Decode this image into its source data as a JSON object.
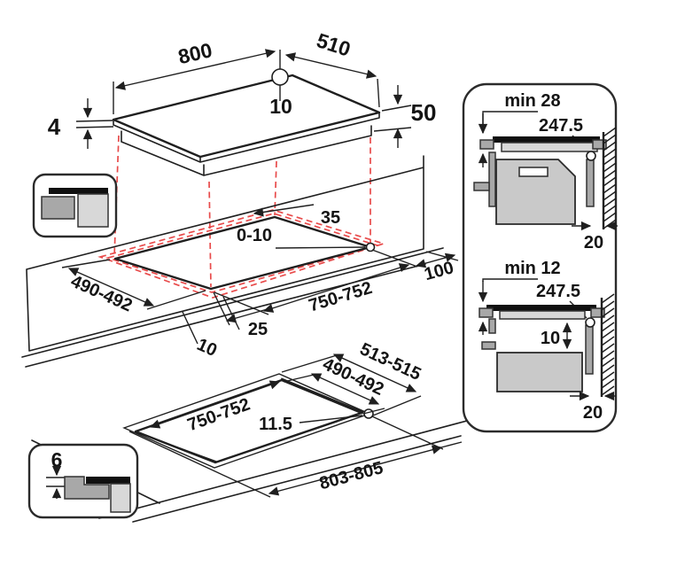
{
  "colors": {
    "projection_red": "#e84b4b",
    "line": "#1f1f1f"
  },
  "hob": {
    "width": "800",
    "depth": "510",
    "hole_offset": "10",
    "glass_thickness": "4",
    "body_height": "50"
  },
  "cutout": {
    "back_clearance": "35",
    "corner_gap": "0-10",
    "width": "750-752",
    "depth": "490-492",
    "side_clearance": "100",
    "front_inset": "25",
    "front_edge": "10"
  },
  "flush": {
    "outer_depth": "513-515",
    "depth": "490-492",
    "width": "750-752",
    "corner_radius": "11.5",
    "outer_width": "803-805",
    "step": "6"
  },
  "wall_sections": {
    "standard": {
      "min_clearance": "min 28",
      "radius": "247.5",
      "wall_gap": "20"
    },
    "flush": {
      "min_clearance": "min 12",
      "radius": "247.5",
      "under_clearance": "10",
      "wall_gap": "20"
    }
  }
}
